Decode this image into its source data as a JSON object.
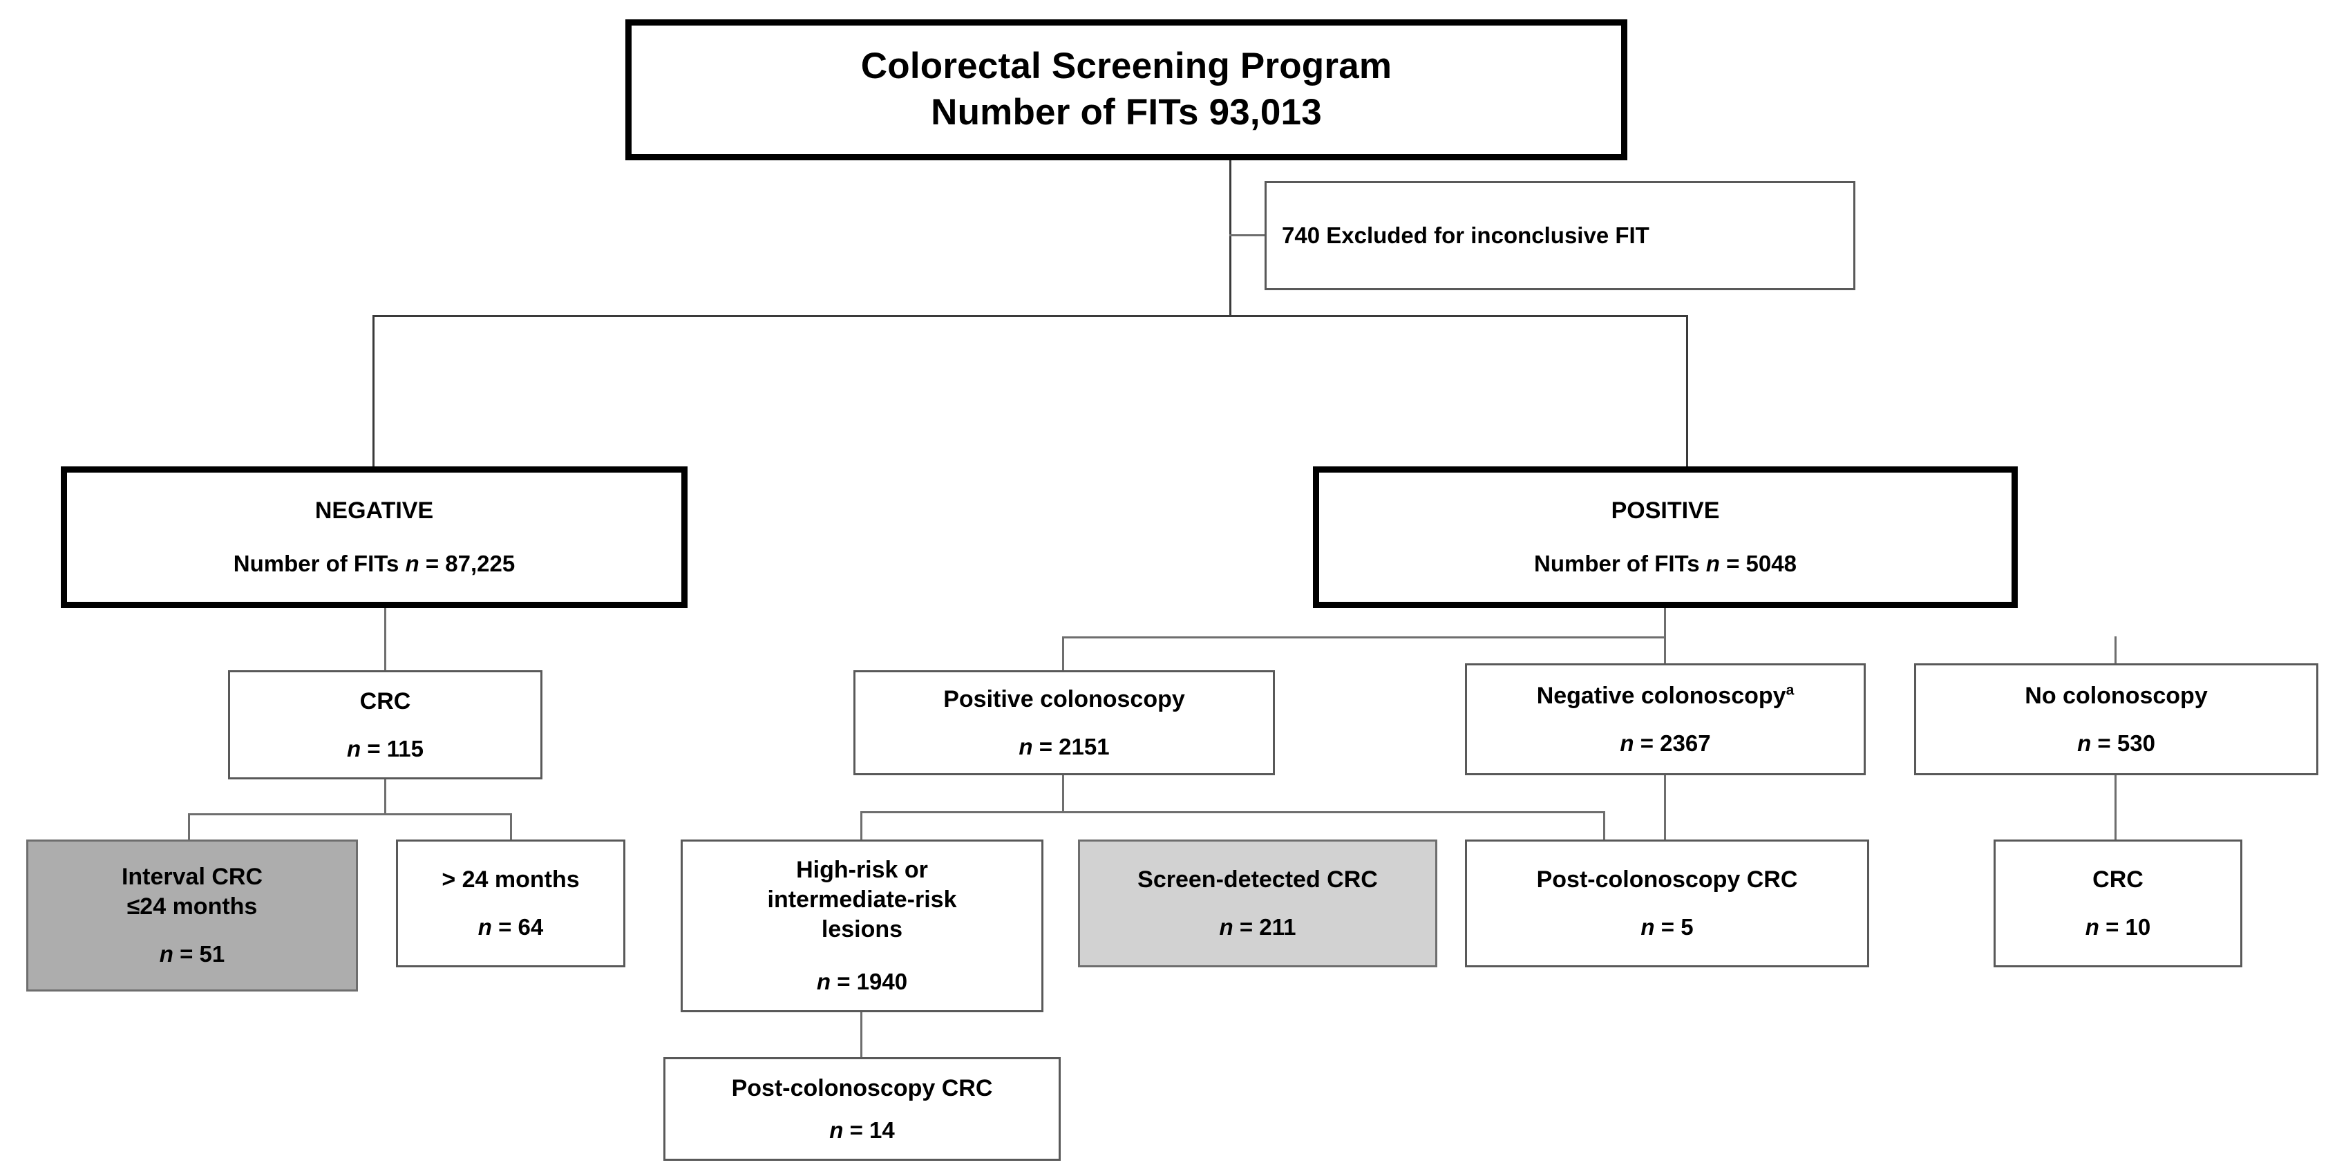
{
  "chart_data": {
    "type": "diagram",
    "title": "Colorectal Screening Program FIT flow diagram",
    "nodes": [
      {
        "id": "root",
        "label": "Colorectal Screening Program",
        "value_label": "Number of FITs  93,013",
        "n": 93013
      },
      {
        "id": "excluded",
        "label": "740 Excluded for inconclusive FIT",
        "n": 740
      },
      {
        "id": "negative",
        "label": "NEGATIVE",
        "value_label": "Number of FITs n = 87,225",
        "n": 87225
      },
      {
        "id": "positive",
        "label": "POSITIVE",
        "value_label": "Number of FITs n = 5048",
        "n": 5048
      },
      {
        "id": "neg_crc",
        "label": "CRC",
        "n": 115
      },
      {
        "id": "interval_crc",
        "label": "Interval CRC ≤24 months",
        "n": 51,
        "shaded": "dark"
      },
      {
        "id": "over24",
        "label": "> 24 months",
        "n": 64
      },
      {
        "id": "pos_colo",
        "label": "Positive colonoscopy",
        "n": 2151
      },
      {
        "id": "neg_colo",
        "label": "Negative colonoscopyᵃ",
        "n": 2367
      },
      {
        "id": "no_colo",
        "label": "No colonoscopy",
        "n": 530
      },
      {
        "id": "highrisk",
        "label": "High-risk or intermediate-risk lesions",
        "n": 1940
      },
      {
        "id": "screen_crc",
        "label": "Screen-detected CRC",
        "n": 211,
        "shaded": "light"
      },
      {
        "id": "post_colo_crc_hr",
        "label": "Post-colonoscopy CRC",
        "n": 14
      },
      {
        "id": "post_colo_crc_neg",
        "label": "Post-colonoscopy CRC",
        "n": 5
      },
      {
        "id": "nocolo_crc",
        "label": "CRC",
        "n": 10
      }
    ],
    "edges": [
      [
        "root",
        "excluded"
      ],
      [
        "root",
        "negative"
      ],
      [
        "root",
        "positive"
      ],
      [
        "negative",
        "neg_crc"
      ],
      [
        "neg_crc",
        "interval_crc"
      ],
      [
        "neg_crc",
        "over24"
      ],
      [
        "positive",
        "pos_colo"
      ],
      [
        "positive",
        "neg_colo"
      ],
      [
        "positive",
        "no_colo"
      ],
      [
        "pos_colo",
        "highrisk"
      ],
      [
        "pos_colo",
        "screen_crc"
      ],
      [
        "highrisk",
        "post_colo_crc_hr"
      ],
      [
        "neg_colo",
        "post_colo_crc_neg"
      ],
      [
        "no_colo",
        "nocolo_crc"
      ]
    ],
    "colors": {
      "shade_dark": "#adadad",
      "shade_light": "#d2d2d2",
      "border": "#595959",
      "heavy_border": "#000000"
    }
  },
  "root": {
    "title_line1": "Colorectal Screening Program",
    "title_line2": "Number of FITs  93,013"
  },
  "excluded": {
    "text": "740 Excluded for inconclusive FIT"
  },
  "negative": {
    "heading": "NEGATIVE",
    "detail_prefix": "Number of FITs ",
    "detail_var": "n",
    "detail_value": " = 87,225"
  },
  "positive": {
    "heading": "POSITIVE",
    "detail_prefix": "Number of FITs ",
    "detail_var": "n",
    "detail_value": " = 5048"
  },
  "neg_crc": {
    "heading": "CRC",
    "var": "n",
    "value": " = 115"
  },
  "interval_crc": {
    "line1": "Interval CRC",
    "line2": "≤24 months",
    "var": "n",
    "value": " = 51"
  },
  "over24": {
    "heading": "> 24 months",
    "var": "n",
    "value": " = 64"
  },
  "pos_colo": {
    "heading": "Positive colonoscopy",
    "var": "n",
    "value": " = 2151"
  },
  "neg_colo": {
    "heading": "Negative colonoscopy",
    "superscript": "a",
    "var": "n",
    "value": " = 2367"
  },
  "no_colo": {
    "heading": "No colonoscopy",
    "var": "n",
    "value": " = 530"
  },
  "highrisk": {
    "line1": "High-risk or",
    "line2": "intermediate-risk",
    "line3": "lesions",
    "var": "n",
    "value": " = 1940"
  },
  "screen_crc": {
    "heading": "Screen-detected CRC",
    "var": "n",
    "value": " = 211"
  },
  "post_colo_crc_hr": {
    "heading": "Post-colonoscopy CRC",
    "var": "n",
    "value": " = 14"
  },
  "post_colo_crc_neg": {
    "heading": "Post-colonoscopy CRC",
    "var": "n",
    "value": " = 5"
  },
  "nocolo_crc": {
    "heading": "CRC",
    "var": "n",
    "value": " = 10"
  }
}
